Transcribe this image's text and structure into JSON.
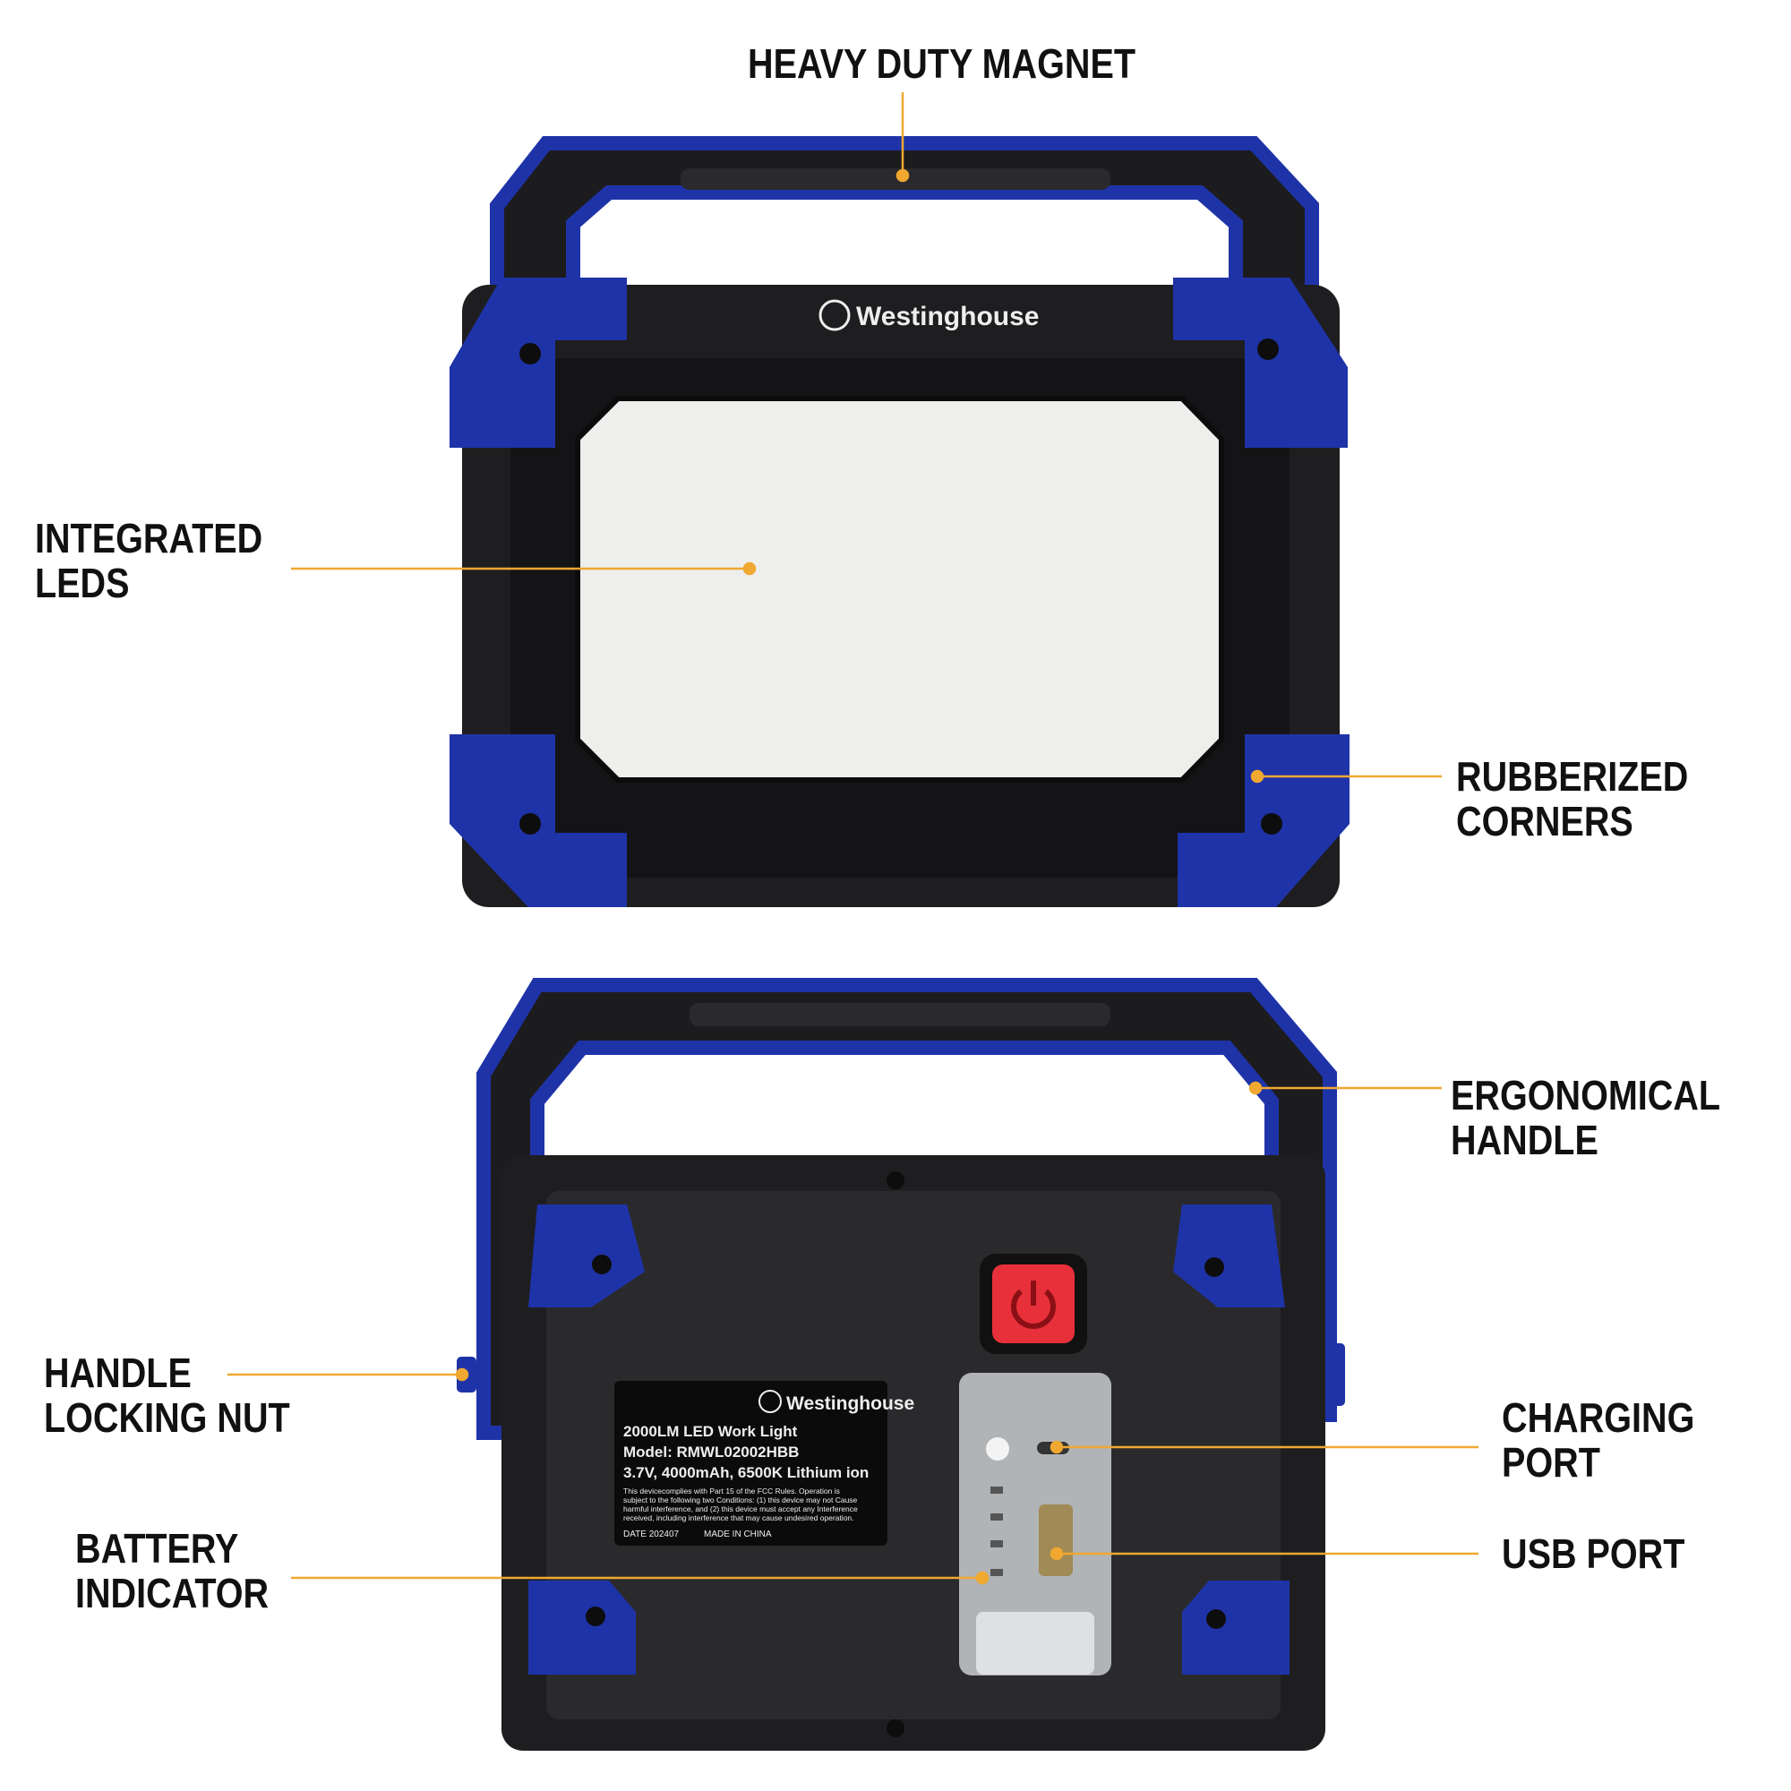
{
  "callouts": {
    "magnet": [
      "HEAVY DUTY MAGNET"
    ],
    "leds": [
      "INTEGRATED",
      "LEDS"
    ],
    "corners": [
      "RUBBERIZED",
      "CORNERS"
    ],
    "handle": [
      "ERGONOMICAL",
      "HANDLE"
    ],
    "nut": [
      "HANDLE",
      "LOCKING NUT"
    ],
    "charging": [
      "CHARGING",
      "PORT"
    ],
    "usb": [
      "USB PORT"
    ],
    "battery": [
      "BATTERY",
      "INDICATOR"
    ]
  },
  "front": {
    "brand": "Westinghouse"
  },
  "back": {
    "brand": "Westinghouse",
    "label_lines": [
      "2000LM LED Work Light",
      "Model: RMWL02002HBB",
      "3.7V, 4000mAh, 6500K Lithium ion"
    ],
    "fcc_lines": [
      "This devicecomplies with Part 15 of the FCC Rules. Operation is",
      "subject to the following two Conditions: (1) this device may not Cause",
      "harmful interference, and (2) this device must accept any Interference",
      "received, including interference that may cause undesired operation."
    ],
    "date": "DATE 202407",
    "origin": "MADE IN CHINA"
  },
  "colors": {
    "accent": "#f0a830",
    "rubber": "#1f33a8",
    "body": "#1c1c1e",
    "led": "#eeeeec",
    "power": "#e8303a"
  }
}
